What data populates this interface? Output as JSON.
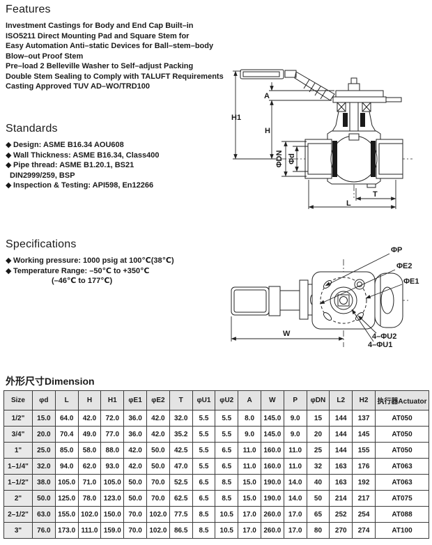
{
  "features": {
    "title": "Features",
    "lines": [
      "Investment Castings for Body and End Cap Built–in",
      "ISO5211 Direct Mounting Pad and Square Stem for",
      "Easy Automation Anti–static Devices for Ball–stem–body",
      "Blow–out Proof Stem",
      "Pre–load 2 Belleville Washer to Self–adjust Packing",
      "Double Stem Sealing to Comply with TALUFT Requirements",
      "Casting Approved TUV AD–WO/TRD100"
    ]
  },
  "standards": {
    "title": "Standards",
    "items": [
      {
        "bullet": "◆",
        "text": "Design: ASME B16.34 AOU608"
      },
      {
        "bullet": "◆",
        "text": "Wall Thickness: ASME B16.34, Class400"
      },
      {
        "bullet": "◆",
        "text": "Pipe thread: ASME B1.20.1, BS21"
      },
      {
        "bullet": "",
        "text": "DIN2999/259, BSP"
      },
      {
        "bullet": "◆",
        "text": "Inspection & Testing: API598, En12266"
      }
    ]
  },
  "specifications": {
    "title": "Specifications",
    "items": [
      {
        "bullet": "◆",
        "text": "Working pressure: 1000 psig at 100℃(38℃)"
      },
      {
        "bullet": "◆",
        "text": "Temperature Range: –50℃ to +350℃"
      },
      {
        "bullet": "",
        "text": "(–46℃ to 177℃)"
      }
    ]
  },
  "drawings": {
    "side_view": {
      "labels": {
        "h1": "H1",
        "a": "A",
        "h": "H",
        "dn": "ΦDN",
        "d": "Φd",
        "t": "T",
        "l": "L"
      }
    },
    "top_view": {
      "labels": {
        "p": "ΦP",
        "e2": "ΦE2",
        "e1": "ΦE1",
        "w": "W",
        "u2": "4–ΦU2",
        "u1": "4–ΦU1"
      }
    }
  },
  "dimension_table": {
    "title": "外形尺寸Dimension",
    "headers": [
      "Size",
      "φd",
      "L",
      "H",
      "H1",
      "φE1",
      "φE2",
      "T",
      "φU1",
      "φU2",
      "A",
      "W",
      "P",
      "φDN",
      "L2",
      "H2",
      "执行器Actuator"
    ],
    "rows": [
      [
        "1/2\"",
        "15.0",
        "64.0",
        "42.0",
        "72.0",
        "36.0",
        "42.0",
        "32.0",
        "5.5",
        "5.5",
        "8.0",
        "145.0",
        "9.0",
        "15",
        "144",
        "137",
        "AT050"
      ],
      [
        "3/4\"",
        "20.0",
        "70.4",
        "49.0",
        "77.0",
        "36.0",
        "42.0",
        "35.2",
        "5.5",
        "5.5",
        "9.0",
        "145.0",
        "9.0",
        "20",
        "144",
        "145",
        "AT050"
      ],
      [
        "1\"",
        "25.0",
        "85.0",
        "58.0",
        "88.0",
        "42.0",
        "50.0",
        "42.5",
        "5.5",
        "6.5",
        "11.0",
        "160.0",
        "11.0",
        "25",
        "144",
        "155",
        "AT050"
      ],
      [
        "1–1/4\"",
        "32.0",
        "94.0",
        "62.0",
        "93.0",
        "42.0",
        "50.0",
        "47.0",
        "5.5",
        "6.5",
        "11.0",
        "160.0",
        "11.0",
        "32",
        "163",
        "176",
        "AT063"
      ],
      [
        "1–1/2\"",
        "38.0",
        "105.0",
        "71.0",
        "105.0",
        "50.0",
        "70.0",
        "52.5",
        "6.5",
        "8.5",
        "15.0",
        "190.0",
        "14.0",
        "40",
        "163",
        "192",
        "AT063"
      ],
      [
        "2\"",
        "50.0",
        "125.0",
        "78.0",
        "123.0",
        "50.0",
        "70.0",
        "62.5",
        "6.5",
        "8.5",
        "15.0",
        "190.0",
        "14.0",
        "50",
        "214",
        "217",
        "AT075"
      ],
      [
        "2–1/2\"",
        "63.0",
        "155.0",
        "102.0",
        "150.0",
        "70.0",
        "102.0",
        "77.5",
        "8.5",
        "10.5",
        "17.0",
        "260.0",
        "17.0",
        "65",
        "252",
        "254",
        "AT088"
      ],
      [
        "3\"",
        "76.0",
        "173.0",
        "111.0",
        "159.0",
        "70.0",
        "102.0",
        "86.5",
        "8.5",
        "10.5",
        "17.0",
        "260.0",
        "17.0",
        "80",
        "270",
        "274",
        "AT100"
      ]
    ],
    "shaded_columns": [
      0,
      1
    ]
  },
  "colors": {
    "text": "#1a1a1a",
    "line": "#222222",
    "header_bg": "#e4e4e4",
    "shaded_bg": "#e9e9e9",
    "border": "#3a3a3a"
  }
}
